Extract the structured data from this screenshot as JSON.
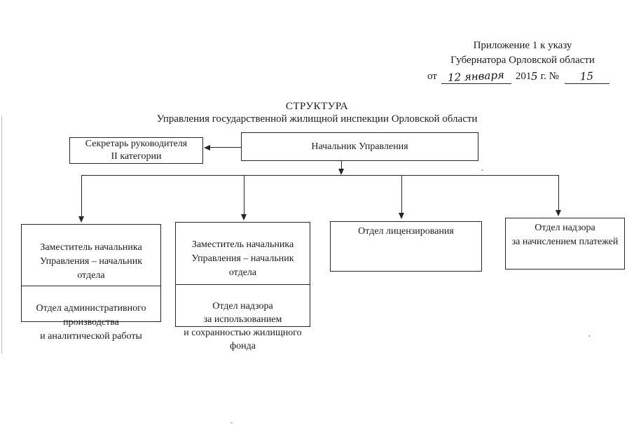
{
  "document": {
    "annex": {
      "line1": "Приложение 1 к указу",
      "line2": "Губернатора Орловской области",
      "from_label": "от",
      "date_handwritten": "12 января",
      "year_printed": "201",
      "year_handwritten": "5",
      "year_unit": "г.",
      "number_sign": "№",
      "number_handwritten": "15"
    },
    "title": "СТРУКТУРА",
    "subtitle": "Управления государственной жилищной инспекции Орловской области"
  },
  "org_chart": {
    "secretary_box": "Секретарь руководителя\nII категории",
    "head_box": "Начальник Управления",
    "dept1_top": "Заместитель начальника\nУправления – начальник\nотдела",
    "dept1_bottom": "Отдел административного\nпроизводства\nи аналитической работы",
    "dept2_top": "Заместитель начальника\nУправления – начальник\nотдела",
    "dept2_bottom": "Отдел надзора\nза использованием\nи сохранностью жилищного\nфонда",
    "dept3": "Отдел лицензирования",
    "dept4": "Отдел надзора\nза начислением платежей"
  }
}
